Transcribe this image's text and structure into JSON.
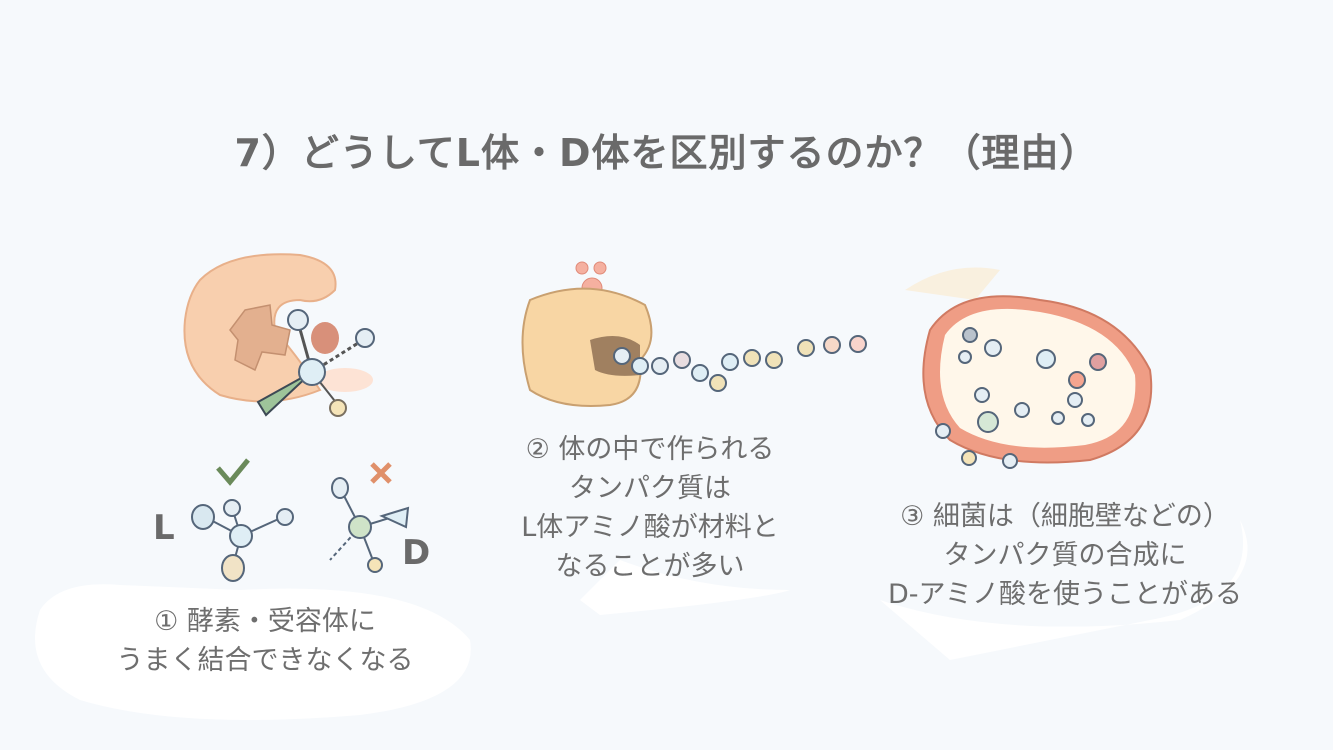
{
  "title": "7）どうしてL体・D体を区別するのか？（理由）",
  "panel1": {
    "label_l": "L",
    "label_d": "D",
    "caption_line1": "① 酵素・受容体に",
    "caption_line2": "うまく結合できなくなる"
  },
  "panel2": {
    "caption_line1": "② 体の中で作られる",
    "caption_line2": "タンパク質は",
    "caption_line3": "L体アミノ酸が材料と",
    "caption_line4": "なることが多い"
  },
  "panel3": {
    "caption_line1": "③ 細菌は（細胞壁などの）",
    "caption_line2": "タンパク質の合成に",
    "caption_line3": "D-アミノ酸を使うことがある"
  },
  "colors": {
    "check": "#6a8a5a",
    "cross": "#e0906a",
    "enzyme": "#f8cfae",
    "membrane": "#e9967a"
  }
}
